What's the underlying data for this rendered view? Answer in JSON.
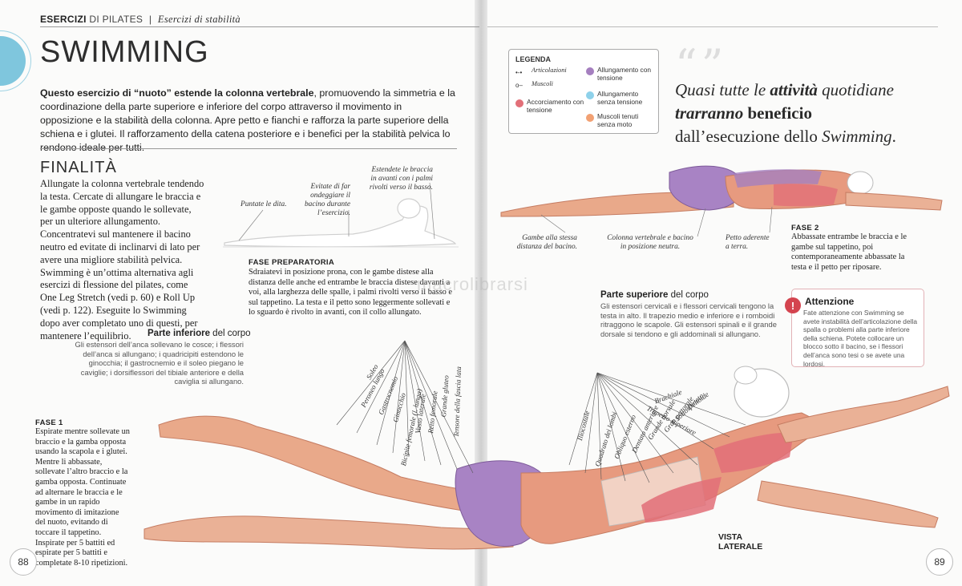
{
  "header": {
    "section_bold": "ESERCIZI",
    "section_rest": " DI PILATES",
    "separator": "|",
    "subsection": "Esercizi di stabilità"
  },
  "title": "SWIMMING",
  "intro": {
    "lead": "Questo esercizio di “nuoto” estende la colonna vertebrale",
    "rest": ", promuovendo la simmetria e la coordinazione della parte superiore e inferiore del corpo attraverso il movimento in opposizione e la stabilità della colonna. Apre petto e fianchi e rafforza la parte superiore della schiena e i glutei. Il rafforzamento della catena posteriore e i benefici per la stabilità pelvica lo rendono ideale per tutti."
  },
  "finalita": {
    "heading": "FINALITÀ",
    "body": "Allungate la colonna vertebrale tendendo la testa. Cercate di allungare le braccia e le gambe opposte quando le sollevate, per un ulteriore allungamento. Concentratevi sul mantenere il bacino neutro ed evitate di inclinarvi di lato per avere una migliore stabilità pelvica. Swimming è un’ottima alternativa agli esercizi di flessione del pilates, come One Leg Stretch (vedi p. 60) e Roll Up (vedi p. 122). Eseguite lo Swimming dopo aver completato uno di questi, per mantenere l’equilibrio."
  },
  "prep_captions": {
    "toes": "Puntate le dita.",
    "pelvis": "Evitate di far ondeggiare il bacino durante l’esercizio.",
    "arms": "Estendete le braccia in avanti con i palmi rivolti verso il basso."
  },
  "fase_preparatoria": {
    "heading": "FASE PREPARATORIA",
    "text": "Sdraiatevi in posizione prona, con le gambe distese alla distanza delle anche ed entrambe le braccia distese davanti a voi, alla larghezza delle spalle, i palmi rivolti verso il basso e sul tappetino. La testa e il petto sono leggermente sollevati e lo sguardo è rivolto in avanti, con il collo allungato."
  },
  "lower_body": {
    "heading_bold": "Parte inferiore",
    "heading_rest": " del corpo",
    "text": "Gli estensori dell’anca sollevano le cosce; i flessori dell’anca si allungano; i quadricipiti estendono le ginocchia; il gastrocnemio e il soleo piegano le caviglie; i dorsiflessori del tibiale anteriore e della caviglia si allungano."
  },
  "lower_labels": [
    "Soleo",
    "Peroneo lungo",
    "Gastrocnemio",
    "Ginocchio",
    "Bicipite femorale (l. lunga)",
    "Vasto laterale",
    "Retto femorale",
    "Grande gluteo",
    "Tensore della fascia lata"
  ],
  "fase1": {
    "heading": "FASE 1",
    "text": "Espirate mentre sollevate un braccio e la gamba opposta usando la scapola e i glutei. Mentre li abbassate, sollevate l’altro braccio e la gamba opposta. Continuate ad alternare le braccia e le gambe in un rapido movimento di imitazione del nuoto, evitando di toccare il tappetino. Inspirate per 5 battiti ed espirate per 5 battiti e completate 8-10 ripetizioni."
  },
  "page_left": "88",
  "page_right": "89",
  "legend": {
    "title": "LEGENDA",
    "joints": "Articolazioni",
    "muscles": "Muscoli",
    "items": [
      {
        "label": "Accorciamento con tensione",
        "color": "#e26f78"
      },
      {
        "label": "Allungamento con tensione",
        "color": "#a57fbf"
      },
      {
        "label": "Allungamento senza tensione",
        "color": "#8ed1ea"
      },
      {
        "label": "Muscoli tenuti senza moto",
        "color": "#f2a173"
      }
    ]
  },
  "quote": {
    "open_mark": "“ ”",
    "l1a": "Quasi tutte le ",
    "l1b": "attività",
    "l1c": " quotidiane",
    "l2a": "trarranno",
    "l2b": " beneficio",
    "l3a": "dall’esecuzione dello ",
    "l3b": "Swimming",
    "l3c": "."
  },
  "fase2_captions": {
    "legs": "Gambe alla stessa distanza del bacino.",
    "spine": "Colonna vertebrale e bacino in posizione neutra.",
    "chest": "Petto aderente a terra."
  },
  "fase2": {
    "heading": "FASE 2",
    "text": "Abbassate entrambe le braccia e le gambe sul tappetino, poi contemporaneamente abbassate la testa e il petto per riposare."
  },
  "upper_body": {
    "heading_bold": "Parte superiore",
    "heading_rest": " del corpo",
    "text": "Gli estensori cervicali e i flessori cervicali tengono la testa in alto. Il trapezio medio e inferiore e i romboidi ritraggono le scapole. Gli estensori spinali e il grande dorsale si tendono e gli addominali si allungano."
  },
  "upper_labels": [
    "Iliocostale",
    "Quadrato dei lombi",
    "Obliquo esterno",
    "Dentato anteriore",
    "Grande dorsale",
    "Gran pettorale",
    "Sottospinato",
    "Deltoide",
    "Trapezio superiore",
    "Brachiale"
  ],
  "attenzione": {
    "heading": "Attenzione",
    "text": "Fate attenzione con Swimming se avete instabilità dell’articolazione della spalla o problemi alla parte inferiore della schiena. Potete collocare un blocco sotto il bacino, se i flessori dell’anca sono tesi o se avete una lordosi."
  },
  "vista": "VISTA LATERALE",
  "watermark": "macrolibrarsi"
}
